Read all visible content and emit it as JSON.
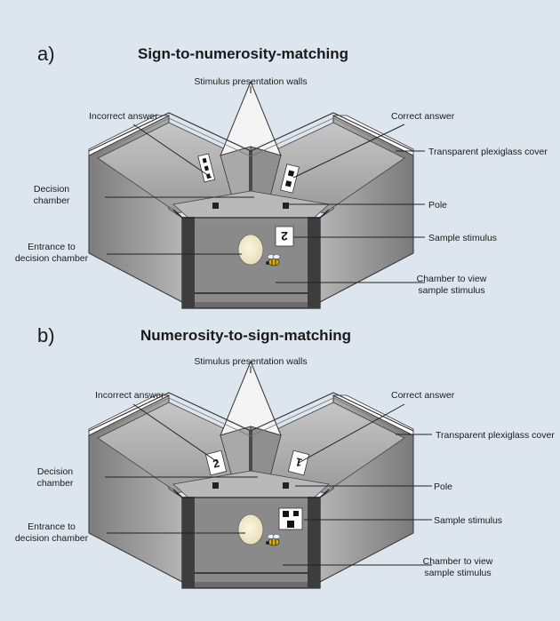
{
  "panels": [
    {
      "letter": "a)",
      "title": "Sign-to-numerosity-matching",
      "labels": {
        "walls": "Stimulus presentation walls",
        "incorrect": "Incorrect answer",
        "correct": "Correct answer",
        "cover": "Transparent plexiglass cover",
        "decision": [
          "Decision",
          "chamber"
        ],
        "pole": "Pole",
        "entrance": [
          "Entrance to",
          "decision chamber"
        ],
        "sample": "Sample stimulus",
        "view": [
          "Chamber to view",
          "sample stimulus"
        ]
      },
      "stimuli": {
        "incorrect_card": "dots-3",
        "correct_card": "dots-2",
        "sample_card": "sign-2"
      }
    },
    {
      "letter": "b)",
      "title": "Numerosity-to-sign-matching",
      "labels": {
        "walls": "Stimulus presentation walls",
        "incorrect": "Incorrect answer",
        "correct": "Correct answer",
        "cover": "Transparent plexiglass cover",
        "decision": [
          "Decision",
          "chamber"
        ],
        "pole": "Pole",
        "entrance": [
          "Entrance to",
          "decision chamber"
        ],
        "sample": "Sample stimulus",
        "view": [
          "Chamber to view",
          "sample stimulus"
        ]
      },
      "stimuli": {
        "incorrect_card": "sign-2",
        "correct_card": "sign-1",
        "sample_card": "dots-3"
      }
    }
  ],
  "colors": {
    "background": "#dde6ee",
    "wall_dark": "#6f6f6f",
    "wall_mid": "#9a9a9a",
    "wall_light": "#c9c9c9",
    "entrance": "#f3ecd0"
  }
}
